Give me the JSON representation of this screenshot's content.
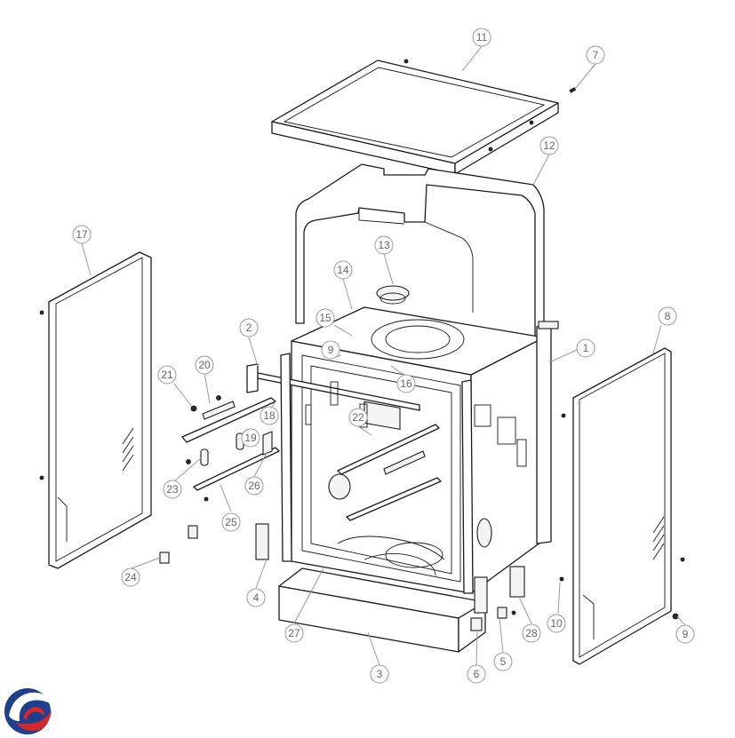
{
  "diagram": {
    "callouts": [
      {
        "label": "1"
      },
      {
        "label": "2"
      },
      {
        "label": "3"
      },
      {
        "label": "4"
      },
      {
        "label": "5"
      },
      {
        "label": "6"
      },
      {
        "label": "7"
      },
      {
        "label": "8"
      },
      {
        "label": "9"
      },
      {
        "label": "9"
      },
      {
        "label": "10"
      },
      {
        "label": "11"
      },
      {
        "label": "12"
      },
      {
        "label": "13"
      },
      {
        "label": "14"
      },
      {
        "label": "15"
      },
      {
        "label": "16"
      },
      {
        "label": "17"
      },
      {
        "label": "18"
      },
      {
        "label": "19"
      },
      {
        "label": "20"
      },
      {
        "label": "21"
      },
      {
        "label": "22"
      },
      {
        "label": "23"
      },
      {
        "label": "24"
      },
      {
        "label": "25"
      },
      {
        "label": "26"
      },
      {
        "label": "27"
      },
      {
        "label": "28"
      }
    ],
    "logo": {
      "icon": "brand-swirl-logo",
      "colors": [
        "#1d3f8f",
        "#d62828"
      ]
    }
  }
}
